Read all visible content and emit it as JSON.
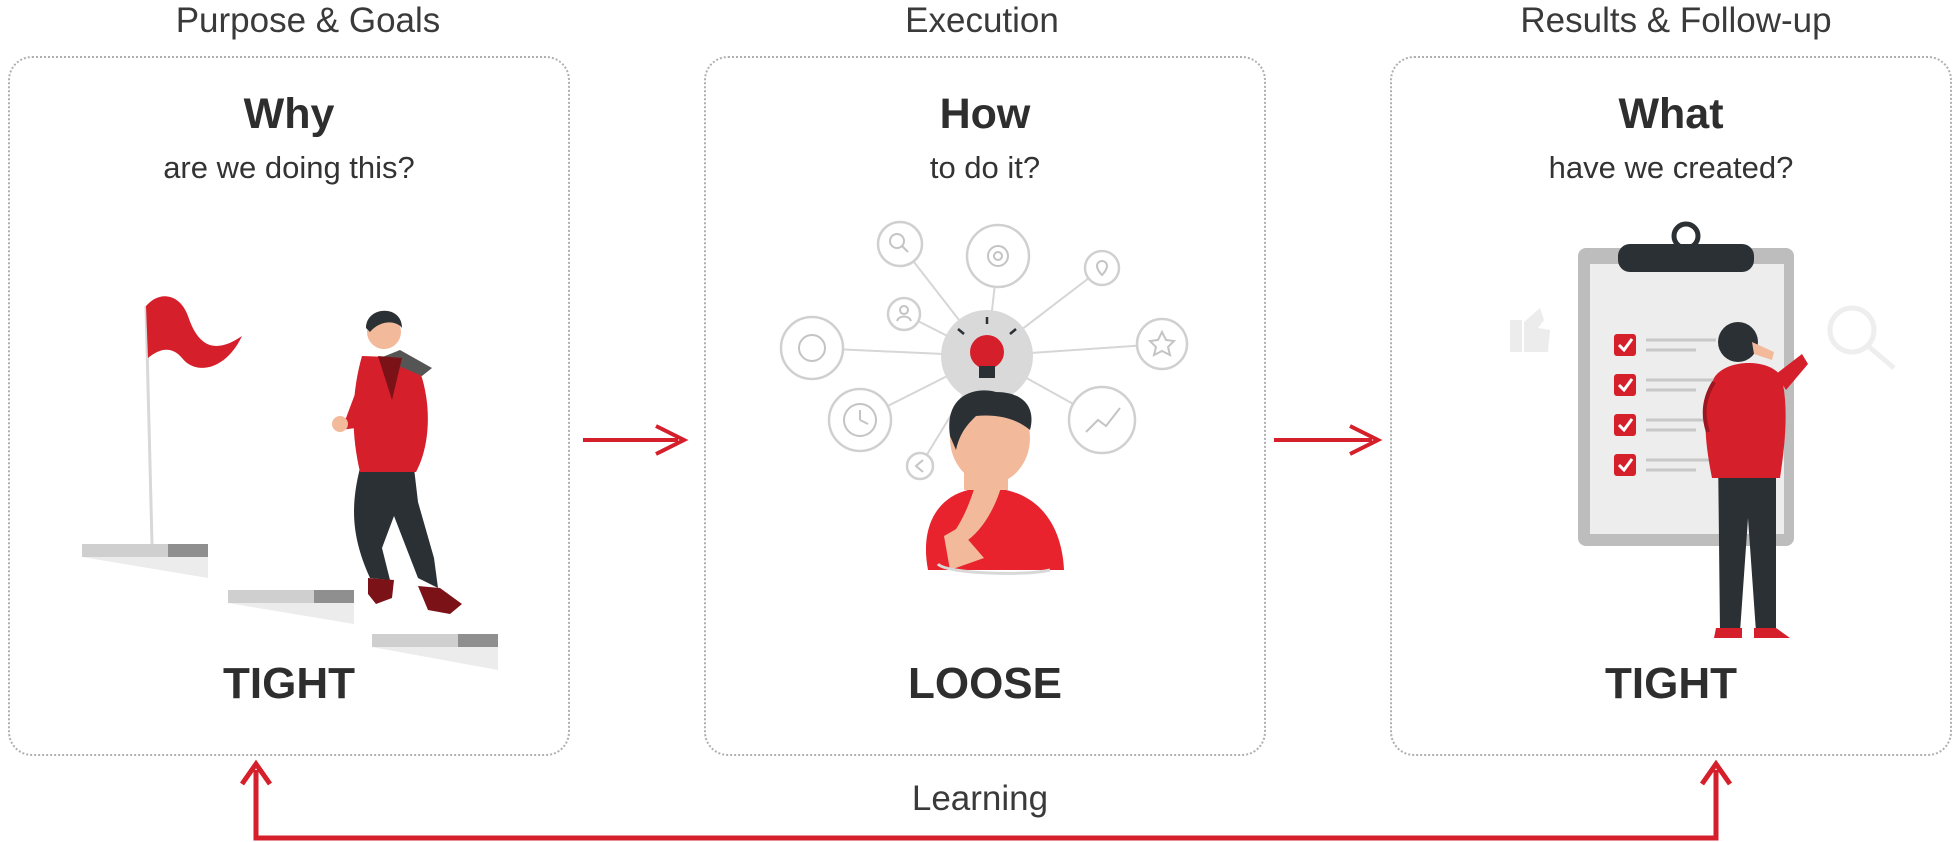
{
  "columns": [
    {
      "heading": "Purpose & Goals",
      "title": "Why",
      "subtitle": "are we doing this?",
      "tag": "TIGHT"
    },
    {
      "heading": "Execution",
      "title": "How",
      "subtitle": "to do it?",
      "tag": "LOOSE"
    },
    {
      "heading": "Results & Follow-up",
      "title": "What",
      "subtitle": "have we created?",
      "tag": "TIGHT"
    }
  ],
  "feedback_label": "Learning",
  "colors": {
    "accent": "#d51f2b",
    "dark": "#2b3034",
    "text": "#333333",
    "border": "#b0b0b0"
  },
  "icons": [
    "flag-icon",
    "lightbulb-icon",
    "gear-icon",
    "search-icon",
    "location-pin-icon",
    "user-icon",
    "chat-icon",
    "star-icon",
    "clock-icon",
    "trend-chart-icon",
    "share-icon",
    "thumbs-up-icon",
    "magnifier-icon",
    "checkbox-icon"
  ]
}
